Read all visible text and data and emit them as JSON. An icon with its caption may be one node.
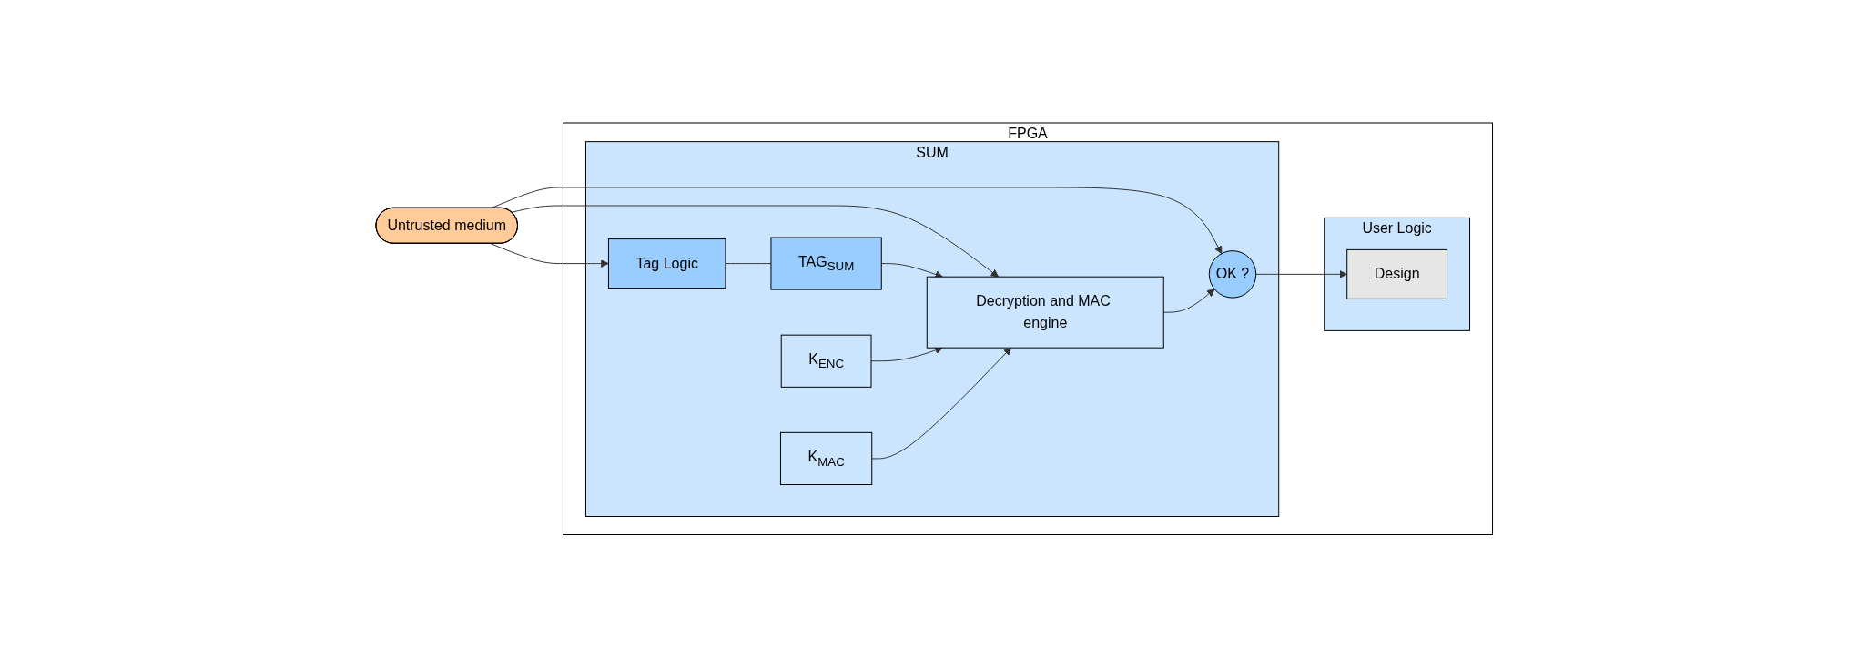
{
  "diagram": {
    "nodes": [
      {
        "text": [
          "Untrusted medium"
        ]
      },
      {
        "text": [
          "FPGA"
        ]
      },
      {
        "text": [
          "SUM"
        ],
        "in": 1
      },
      {
        "text": [
          "Tag Logic"
        ],
        "in": 2
      },
      {
        "text": [
          "TAG$_{SUM}$"
        ],
        "in": 2
      },
      {
        "text": [
          "K$_{ENC}$"
        ],
        "in": 2
      },
      {
        "text": [
          "K$_{MAC}$"
        ],
        "in": 2
      },
      {
        "text": [
          "Decryption and MAC engine"
        ],
        "in": 2
      },
      {
        "text": [
          "OK ?"
        ],
        "in": 2
      },
      {
        "text": [
          "User Logic"
        ],
        "in": 1
      },
      {
        "text": [
          "Design"
        ],
        "in": 9
      }
    ],
    "edges": [
      {
        "from": 0,
        "to": 3,
        "arrow": "to"
      },
      {
        "from": 0,
        "to": 7,
        "arrow": "to"
      },
      {
        "from": 0,
        "to": 8,
        "arrow": "to"
      },
      {
        "from": 3,
        "to": 4,
        "arrow": "none"
      },
      {
        "from": 4,
        "to": 7,
        "arrow": "to"
      },
      {
        "from": 5,
        "to": 7,
        "arrow": "to"
      },
      {
        "from": 6,
        "to": 7,
        "arrow": "to"
      },
      {
        "from": 7,
        "to": 8,
        "arrow": "to"
      },
      {
        "from": 8,
        "to": 10,
        "arrow": "to"
      }
    ]
  }
}
